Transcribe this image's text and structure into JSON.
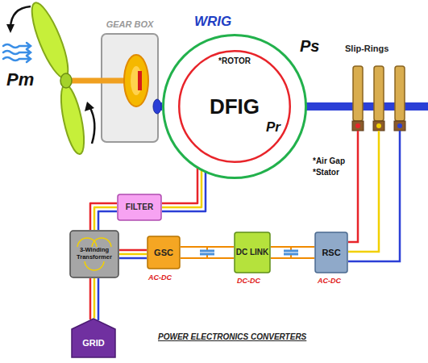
{
  "diagram": {
    "nodes": [
      {
        "text": [
          "GEAR BOX"
        ]
      },
      {
        "text": [
          "WRIG"
        ]
      },
      {
        "text": [
          "*ROTOR",
          "DFIG"
        ],
        "in": 1
      },
      {
        "text": [
          "FILTER"
        ]
      },
      {
        "text": [
          "3-Winding Transformer"
        ]
      },
      {
        "text": [
          "GSC"
        ]
      },
      {
        "text": [
          "DC LINK"
        ]
      },
      {
        "text": [
          "RSC"
        ]
      },
      {
        "text": [
          "GRID"
        ]
      }
    ],
    "edges": [
      {
        "from": 0,
        "to": 1,
        "arrow": "none"
      },
      {
        "from": 1,
        "to": 3,
        "arrow": "none"
      },
      {
        "from": 3,
        "to": 4,
        "arrow": "none"
      },
      {
        "from": 4,
        "to": 5,
        "arrow": "none"
      },
      {
        "from": 5,
        "to": 6,
        "arrow": "none"
      },
      {
        "from": 6,
        "to": 7,
        "arrow": "none"
      },
      {
        "from": 4,
        "to": 8,
        "arrow": "none"
      }
    ],
    "labels": [
      "Pm",
      "Ps",
      "Pr",
      "*Air Gap",
      "*Stator",
      "Slip-Rings",
      "AC-DC",
      "DC-DC",
      "AC-DC",
      "POWER ELECTRONICS CONVERTERS"
    ]
  }
}
